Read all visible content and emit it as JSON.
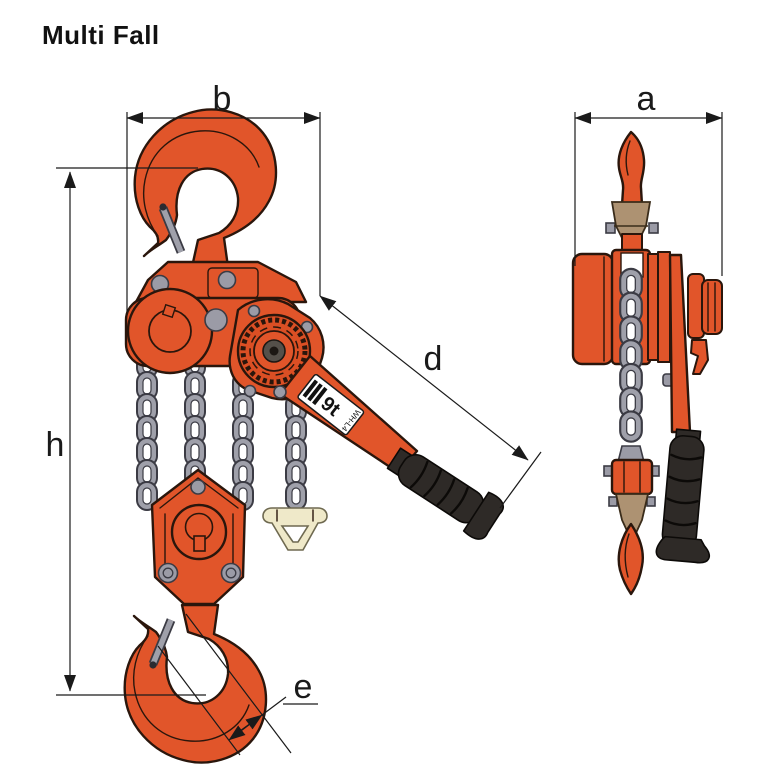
{
  "title": "Multi Fall",
  "dimensions": {
    "a": "a",
    "b": "b",
    "d": "d",
    "e": "e",
    "h": "h"
  },
  "lever_label": {
    "capacity": "9t",
    "model": "WH-L4"
  },
  "colors": {
    "body_orange": "#e1552a",
    "chain_gray": "#9fa0aa",
    "fitting_tan": "#ad9272",
    "chain_end_cream": "#efe9c9",
    "grip_black": "#2e2a27",
    "dimension_line": "#1a1a1a"
  }
}
